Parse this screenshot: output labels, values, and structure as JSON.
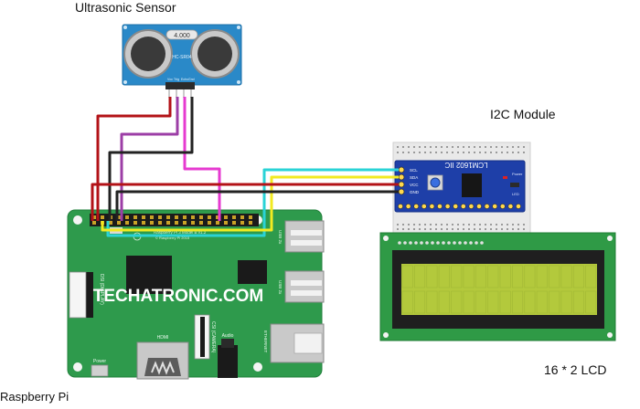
{
  "labels": {
    "ultrasonic": "Ultrasonic Sensor",
    "i2c": "I2C Module",
    "raspberry": "Raspberry Pi",
    "lcd": "16 * 2 LCD"
  },
  "sensor": {
    "chip_text": "4.000",
    "model_text": "HC-SR04",
    "pins": [
      "Vcc",
      "Trig",
      "Echo",
      "Gnd"
    ]
  },
  "i2c_board": {
    "title": "LCM1602 IIC",
    "pins": [
      "SCL",
      "SDA",
      "VCC",
      "GND"
    ],
    "power_label": "Power",
    "led_label": "LED"
  },
  "pi": {
    "watermark": "TECHATRONIC.COM",
    "model_text": "Raspberry Pi 3 Model B v1.2",
    "copyright_text": "© Raspberry Pi 2015",
    "hdmi_label": "HDMI",
    "audio_label": "Audio",
    "power_label": "Power",
    "display_label": "DSI (DISPLAY)",
    "camera_label": "CSI (CAMERA)",
    "ethernet_label": "ETHERNET",
    "usb1_label": "USB 2x",
    "usb2_label": "USB 2x"
  },
  "colors": {
    "pi_board": "#2e9a4c",
    "sensor_board": "#2a89c8",
    "i2c_board": "#1e3fa8",
    "lcd_board": "#2f9a46",
    "lcd_screen": "#b3c93c",
    "wire_red": "#b31217",
    "wire_black": "#222222",
    "wire_purple": "#9c3ea6",
    "wire_magenta": "#e63ad0",
    "wire_cyan": "#2ad3d6",
    "wire_yellow": "#f2ea20"
  }
}
